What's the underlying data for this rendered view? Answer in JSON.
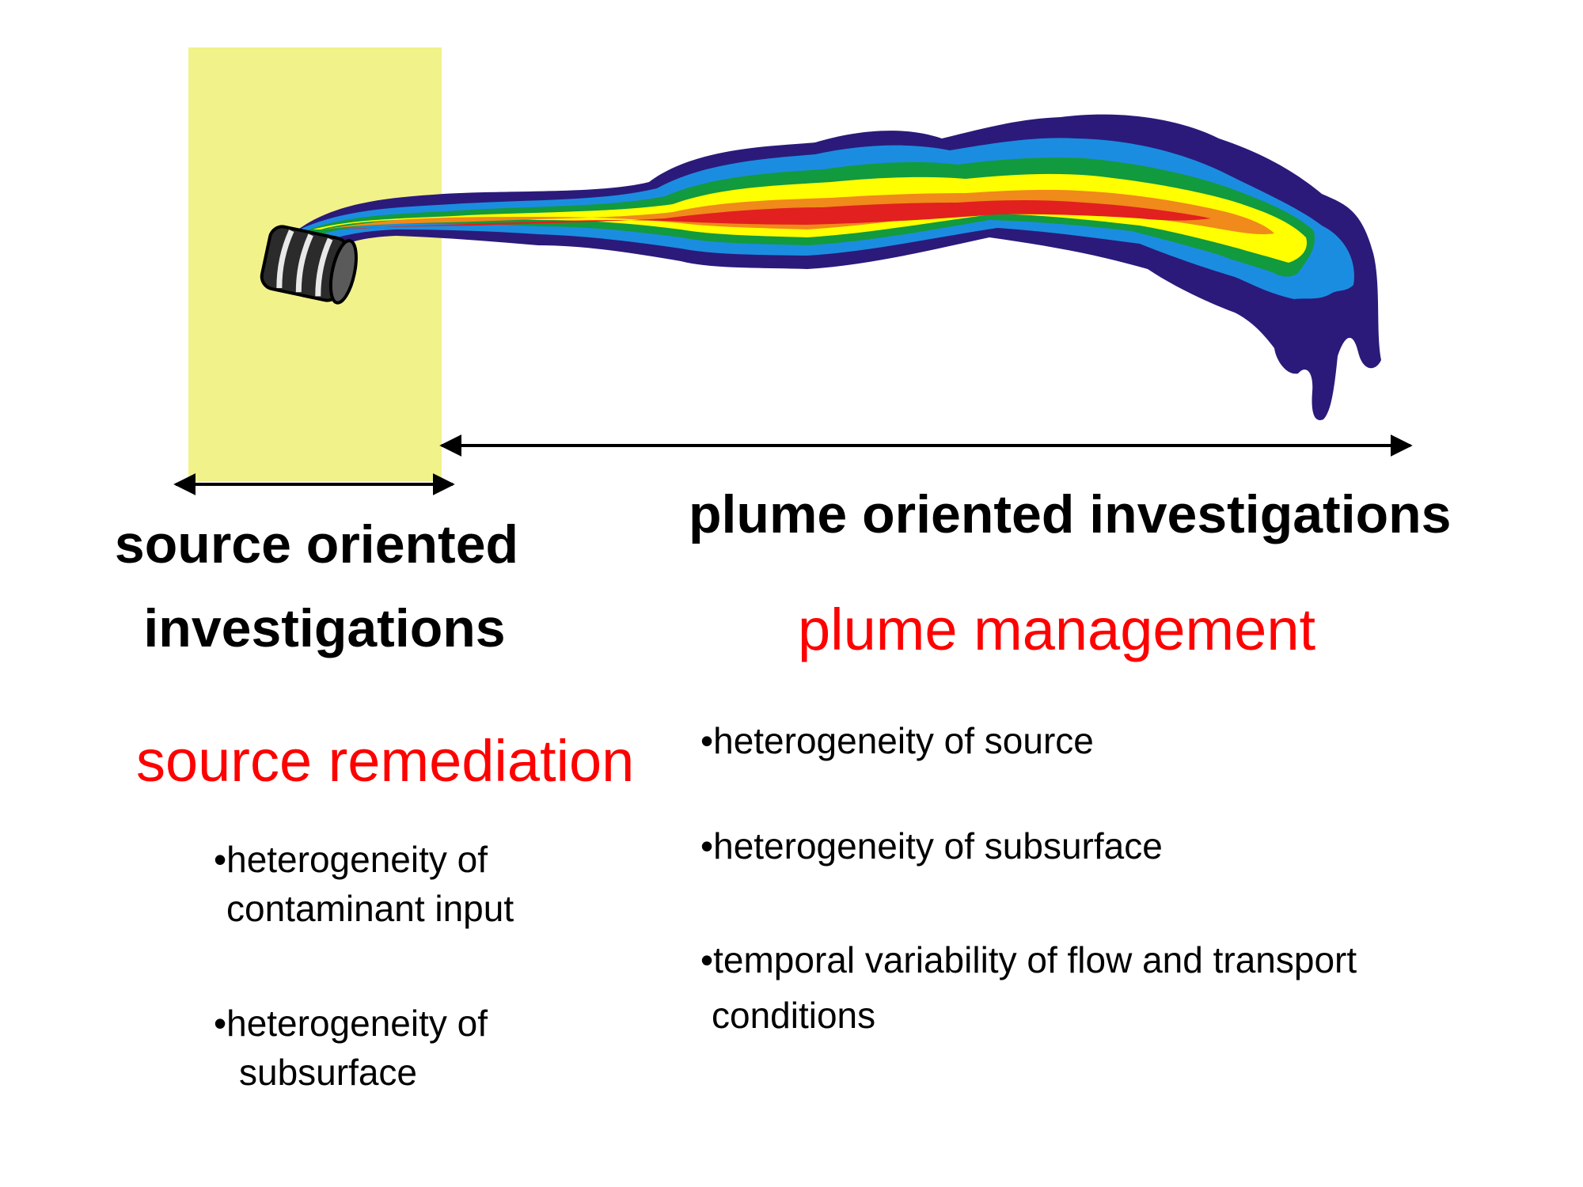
{
  "source": {
    "heading_line1": "source oriented",
    "heading_line2": "investigations",
    "action": "source remediation",
    "bullets": [
      {
        "line1": "•heterogeneity of",
        "line2": "contaminant input"
      },
      {
        "line1": "•heterogeneity of",
        "line2": "subsurface"
      }
    ]
  },
  "plume": {
    "heading": "plume oriented investigations",
    "action": "plume management",
    "bullets": [
      {
        "line1": "•heterogeneity of source"
      },
      {
        "line1": "•heterogeneity of subsurface"
      },
      {
        "line1": "•temporal variability of flow and transport",
        "line2": "conditions"
      }
    ]
  },
  "colors": {
    "source_zone": "#f2f28a",
    "plume_bands": [
      "#2b1a7a",
      "#1b8de0",
      "#129a3e",
      "#ffff00",
      "#f08a1a",
      "#e2201f"
    ],
    "accent_text": "#ff0000"
  },
  "icons": [
    "barrel-icon",
    "double-arrow-icon"
  ]
}
